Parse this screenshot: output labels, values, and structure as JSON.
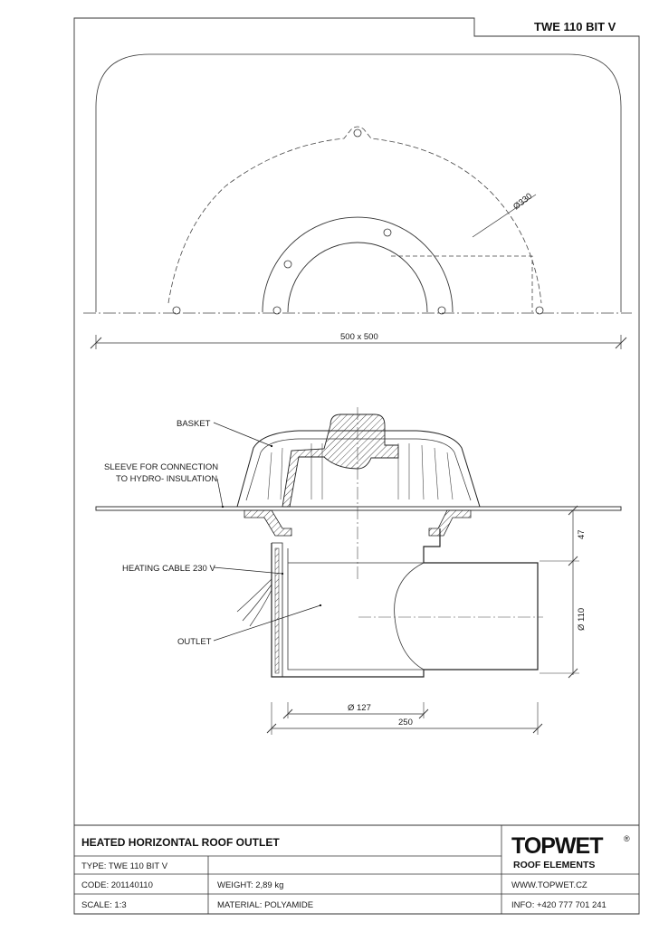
{
  "header": {
    "product_code": "TWE 110 BIT V"
  },
  "plan_view": {
    "dim_flange": "Ø330",
    "dim_overall": "500 x 500"
  },
  "section_view": {
    "labels": {
      "basket": "BASKET",
      "sleeve_line1": "SLEEVE FOR CONNECTION",
      "sleeve_line2": "TO HYDRO- INSULATION",
      "heating_cable": "HEATING CABLE 230 V",
      "outlet": "OUTLET"
    },
    "dims": {
      "height": "47",
      "outlet_diameter": "Ø 110",
      "inlet_diameter": "Ø 127",
      "length": "250"
    }
  },
  "title_block": {
    "title": "HEATED HORIZONTAL ROOF OUTLET",
    "type": "TYPE: TWE 110 BIT V",
    "code": "CODE: 201140110",
    "weight": "WEIGHT: 2,89 kg",
    "scale": "SCALE: 1:3",
    "material": "MATERIAL: POLYAMIDE",
    "website": "WWW.TOPWET.CZ",
    "info": "INFO: +420 777 701 241",
    "logo_top": "TOPWET",
    "logo_registered": "®",
    "logo_bottom": "ROOF ELEMENTS"
  }
}
